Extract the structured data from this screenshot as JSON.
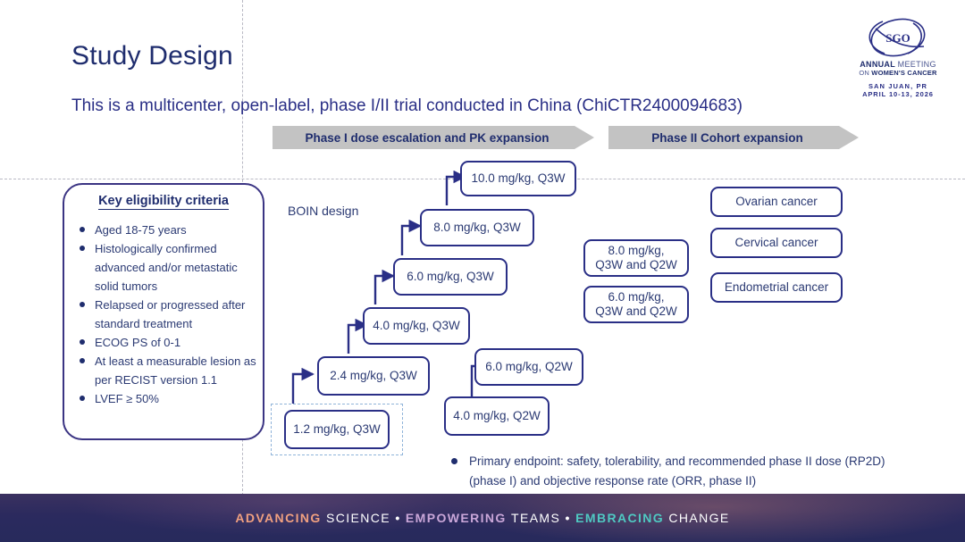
{
  "slide": {
    "title": "Study Design",
    "subtitle": "This is a multicenter, open-label, phase I/II trial conducted in China (ChiCTR2400094683)"
  },
  "phases": [
    {
      "label": "Phase I dose escalation and PK expansion"
    },
    {
      "label": "Phase II Cohort expansion"
    }
  ],
  "eligibility": {
    "title": "Key eligibility criteria",
    "items": [
      "Aged 18-75 years",
      "Histologically confirmed advanced and/or metastatic solid tumors",
      "Relapsed or progressed after standard treatment",
      "ECOG PS of 0-1",
      "At least a measurable lesion as per RECIST version 1.1",
      "LVEF ≥ 50%"
    ]
  },
  "design": {
    "method_label": "BOIN design",
    "escalation_q3w": [
      {
        "label": "1.2 mg/kg, Q3W",
        "starting_dose": true
      },
      {
        "label": "2.4 mg/kg, Q3W"
      },
      {
        "label": "4.0 mg/kg, Q3W"
      },
      {
        "label": "6.0 mg/kg, Q3W"
      },
      {
        "label": "8.0 mg/kg, Q3W"
      },
      {
        "label": "10.0 mg/kg, Q3W"
      }
    ],
    "escalation_q2w": [
      {
        "label": "4.0 mg/kg, Q2W"
      },
      {
        "label": "6.0 mg/kg, Q2W"
      }
    ]
  },
  "pk_expansion": [
    {
      "line1": "8.0 mg/kg,",
      "line2": "Q3W and Q2W"
    },
    {
      "line1": "6.0 mg/kg,",
      "line2": "Q3W and Q2W"
    }
  ],
  "cohorts": [
    {
      "label": "Ovarian cancer"
    },
    {
      "label": "Cervical cancer"
    },
    {
      "label": "Endometrial cancer"
    }
  ],
  "endpoint": {
    "text": "Primary endpoint: safety, tolerability, and recommended phase II dose (RP2D) (phase I) and objective response rate (ORR, phase II)"
  },
  "logo": {
    "monogram": "SGO",
    "line1_bold": "ANNUAL",
    "line1_light": "MEETING",
    "line2_light": "ON",
    "line2_bold": "WOMEN'S CANCER",
    "place": "SAN JUAN, PR",
    "date": "APRIL 10-13, 2026"
  },
  "footer": {
    "w1": "ADVANCING",
    "w2": "SCIENCE",
    "d1": "•",
    "w3": "EMPOWERING",
    "w4": "TEAMS",
    "d2": "•",
    "w5": "EMBRACING",
    "w6": "CHANGE"
  },
  "colors": {
    "navy": "#1f2d6e",
    "box_border": "#2a2f86",
    "banner_gray": "#c3c3c3",
    "dash_blue": "#8fb3d9"
  }
}
